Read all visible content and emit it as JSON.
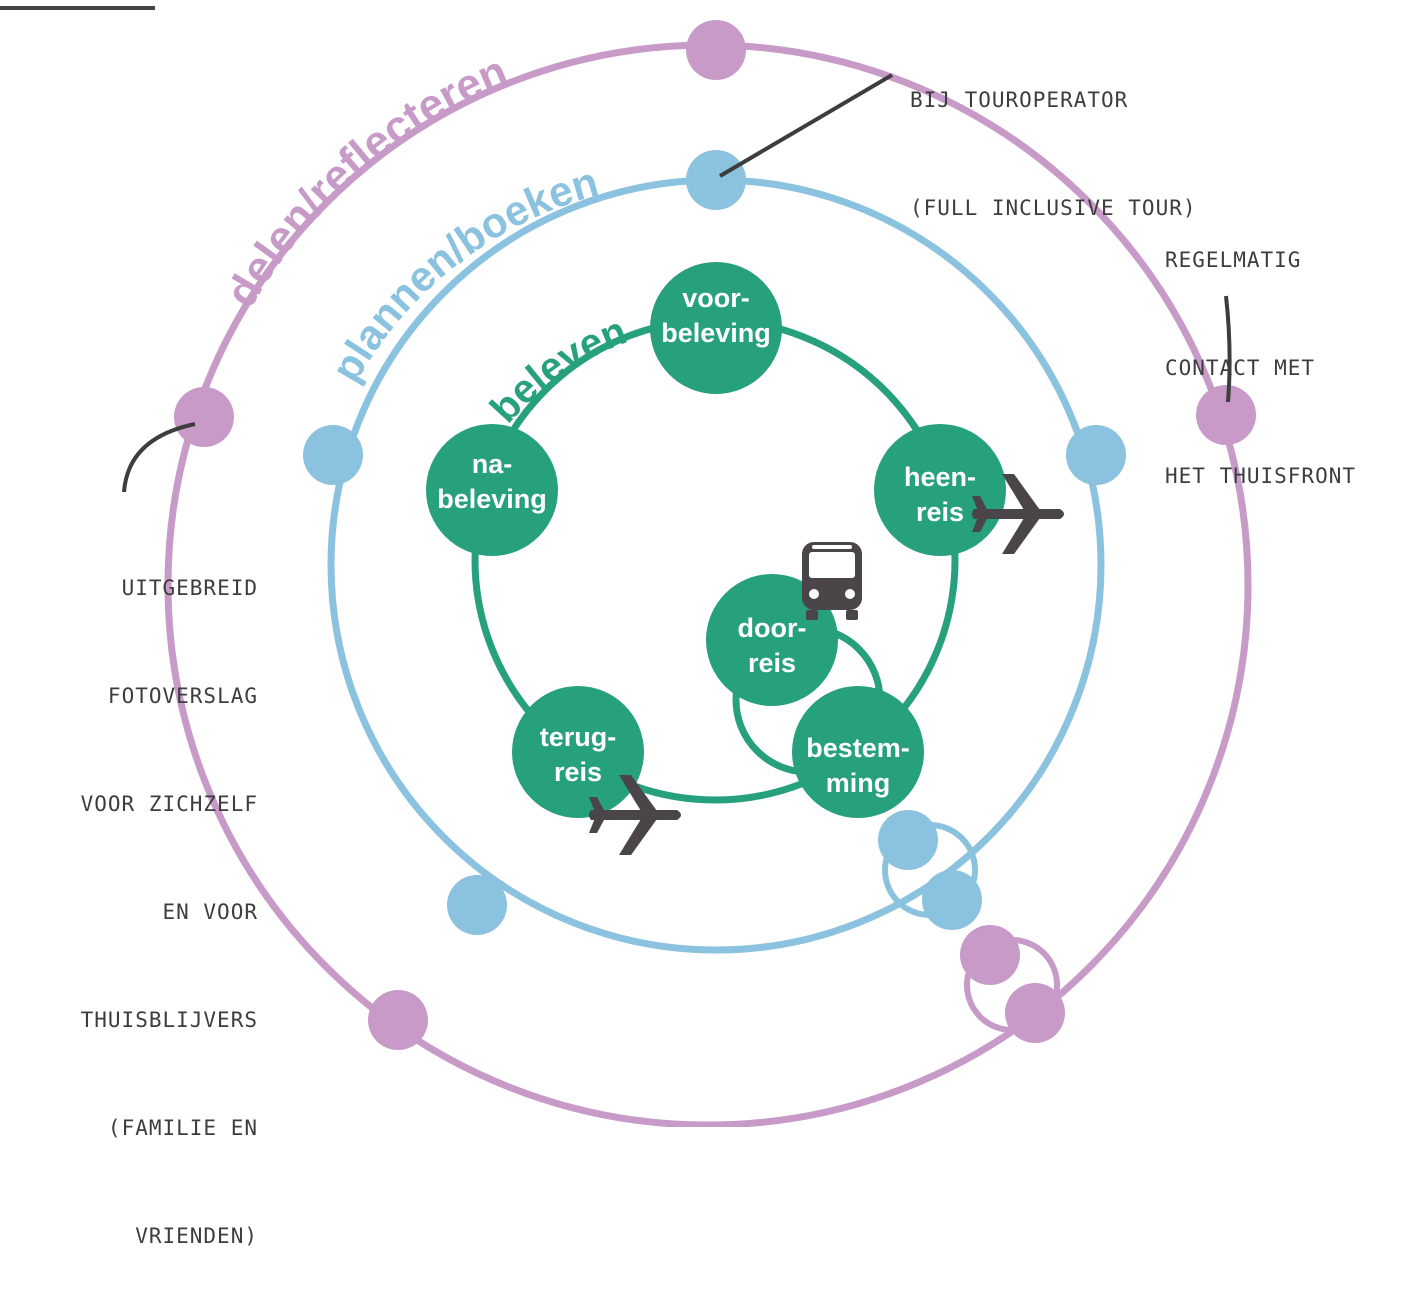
{
  "rings": {
    "outer_label": "delen/reflecteren",
    "middle_label": "plannen/boeken",
    "inner_label": "beleven"
  },
  "nodes": {
    "voor": {
      "line1": "voor-",
      "line2": "beleving"
    },
    "heen": {
      "line1": "heen-",
      "line2": "reis"
    },
    "door": {
      "line1": "door-",
      "line2": "reis"
    },
    "bestem": {
      "line1": "bestem-",
      "line2": "ming"
    },
    "terug": {
      "line1": "terug-",
      "line2": "reis"
    },
    "na": {
      "line1": "na-",
      "line2": "beleving"
    }
  },
  "notes": {
    "touroperator": [
      "BIJ TOUROPERATOR",
      "(FULL INCLUSIVE TOUR)"
    ],
    "regelmatig": [
      "REGELMATIG",
      "CONTACT MET",
      "HET THUISFRONT"
    ],
    "uitgebreid": [
      "UITGEBREID",
      "FOTOVERSLAG",
      "VOOR ZICHZELF",
      "EN VOOR",
      "THUISBLIJVERS",
      "(FAMILIE EN",
      "VRIENDEN)"
    ]
  },
  "colors": {
    "outer": "#c79ac7",
    "middle": "#8ac2df",
    "inner": "#27a07e",
    "note_text": "#3d3d3d",
    "icon": "#4a4548"
  },
  "icons": [
    "airplane-icon",
    "airplane-icon",
    "bus-icon"
  ]
}
